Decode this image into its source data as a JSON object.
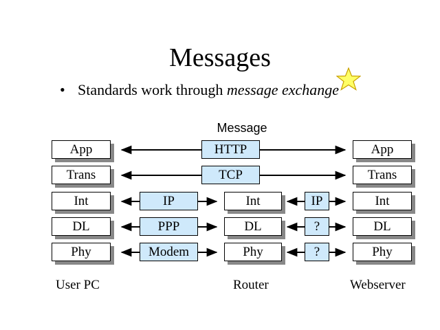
{
  "slide": {
    "title": "Messages",
    "bullet_plain": "Standards work through ",
    "bullet_italic": "message exchange"
  },
  "diagram": {
    "message_label": "Message",
    "stacks": {
      "user_pc": [
        "App",
        "Trans",
        "Int",
        "DL",
        "Phy"
      ],
      "router": [
        "Int",
        "DL",
        "Phy"
      ],
      "webserver": [
        "App",
        "Trans",
        "Int",
        "DL",
        "Phy"
      ]
    },
    "protocols_left": [
      "HTTP",
      "TCP",
      "IP",
      "PPP",
      "Modem"
    ],
    "protocols_right": [
      "IP",
      "?",
      "?"
    ],
    "hosts": {
      "user_pc": "User PC",
      "router": "Router",
      "webserver": "Webserver"
    }
  },
  "colors": {
    "protocol_fill": "#cfe9fb",
    "star_fill": "#ffff66"
  }
}
